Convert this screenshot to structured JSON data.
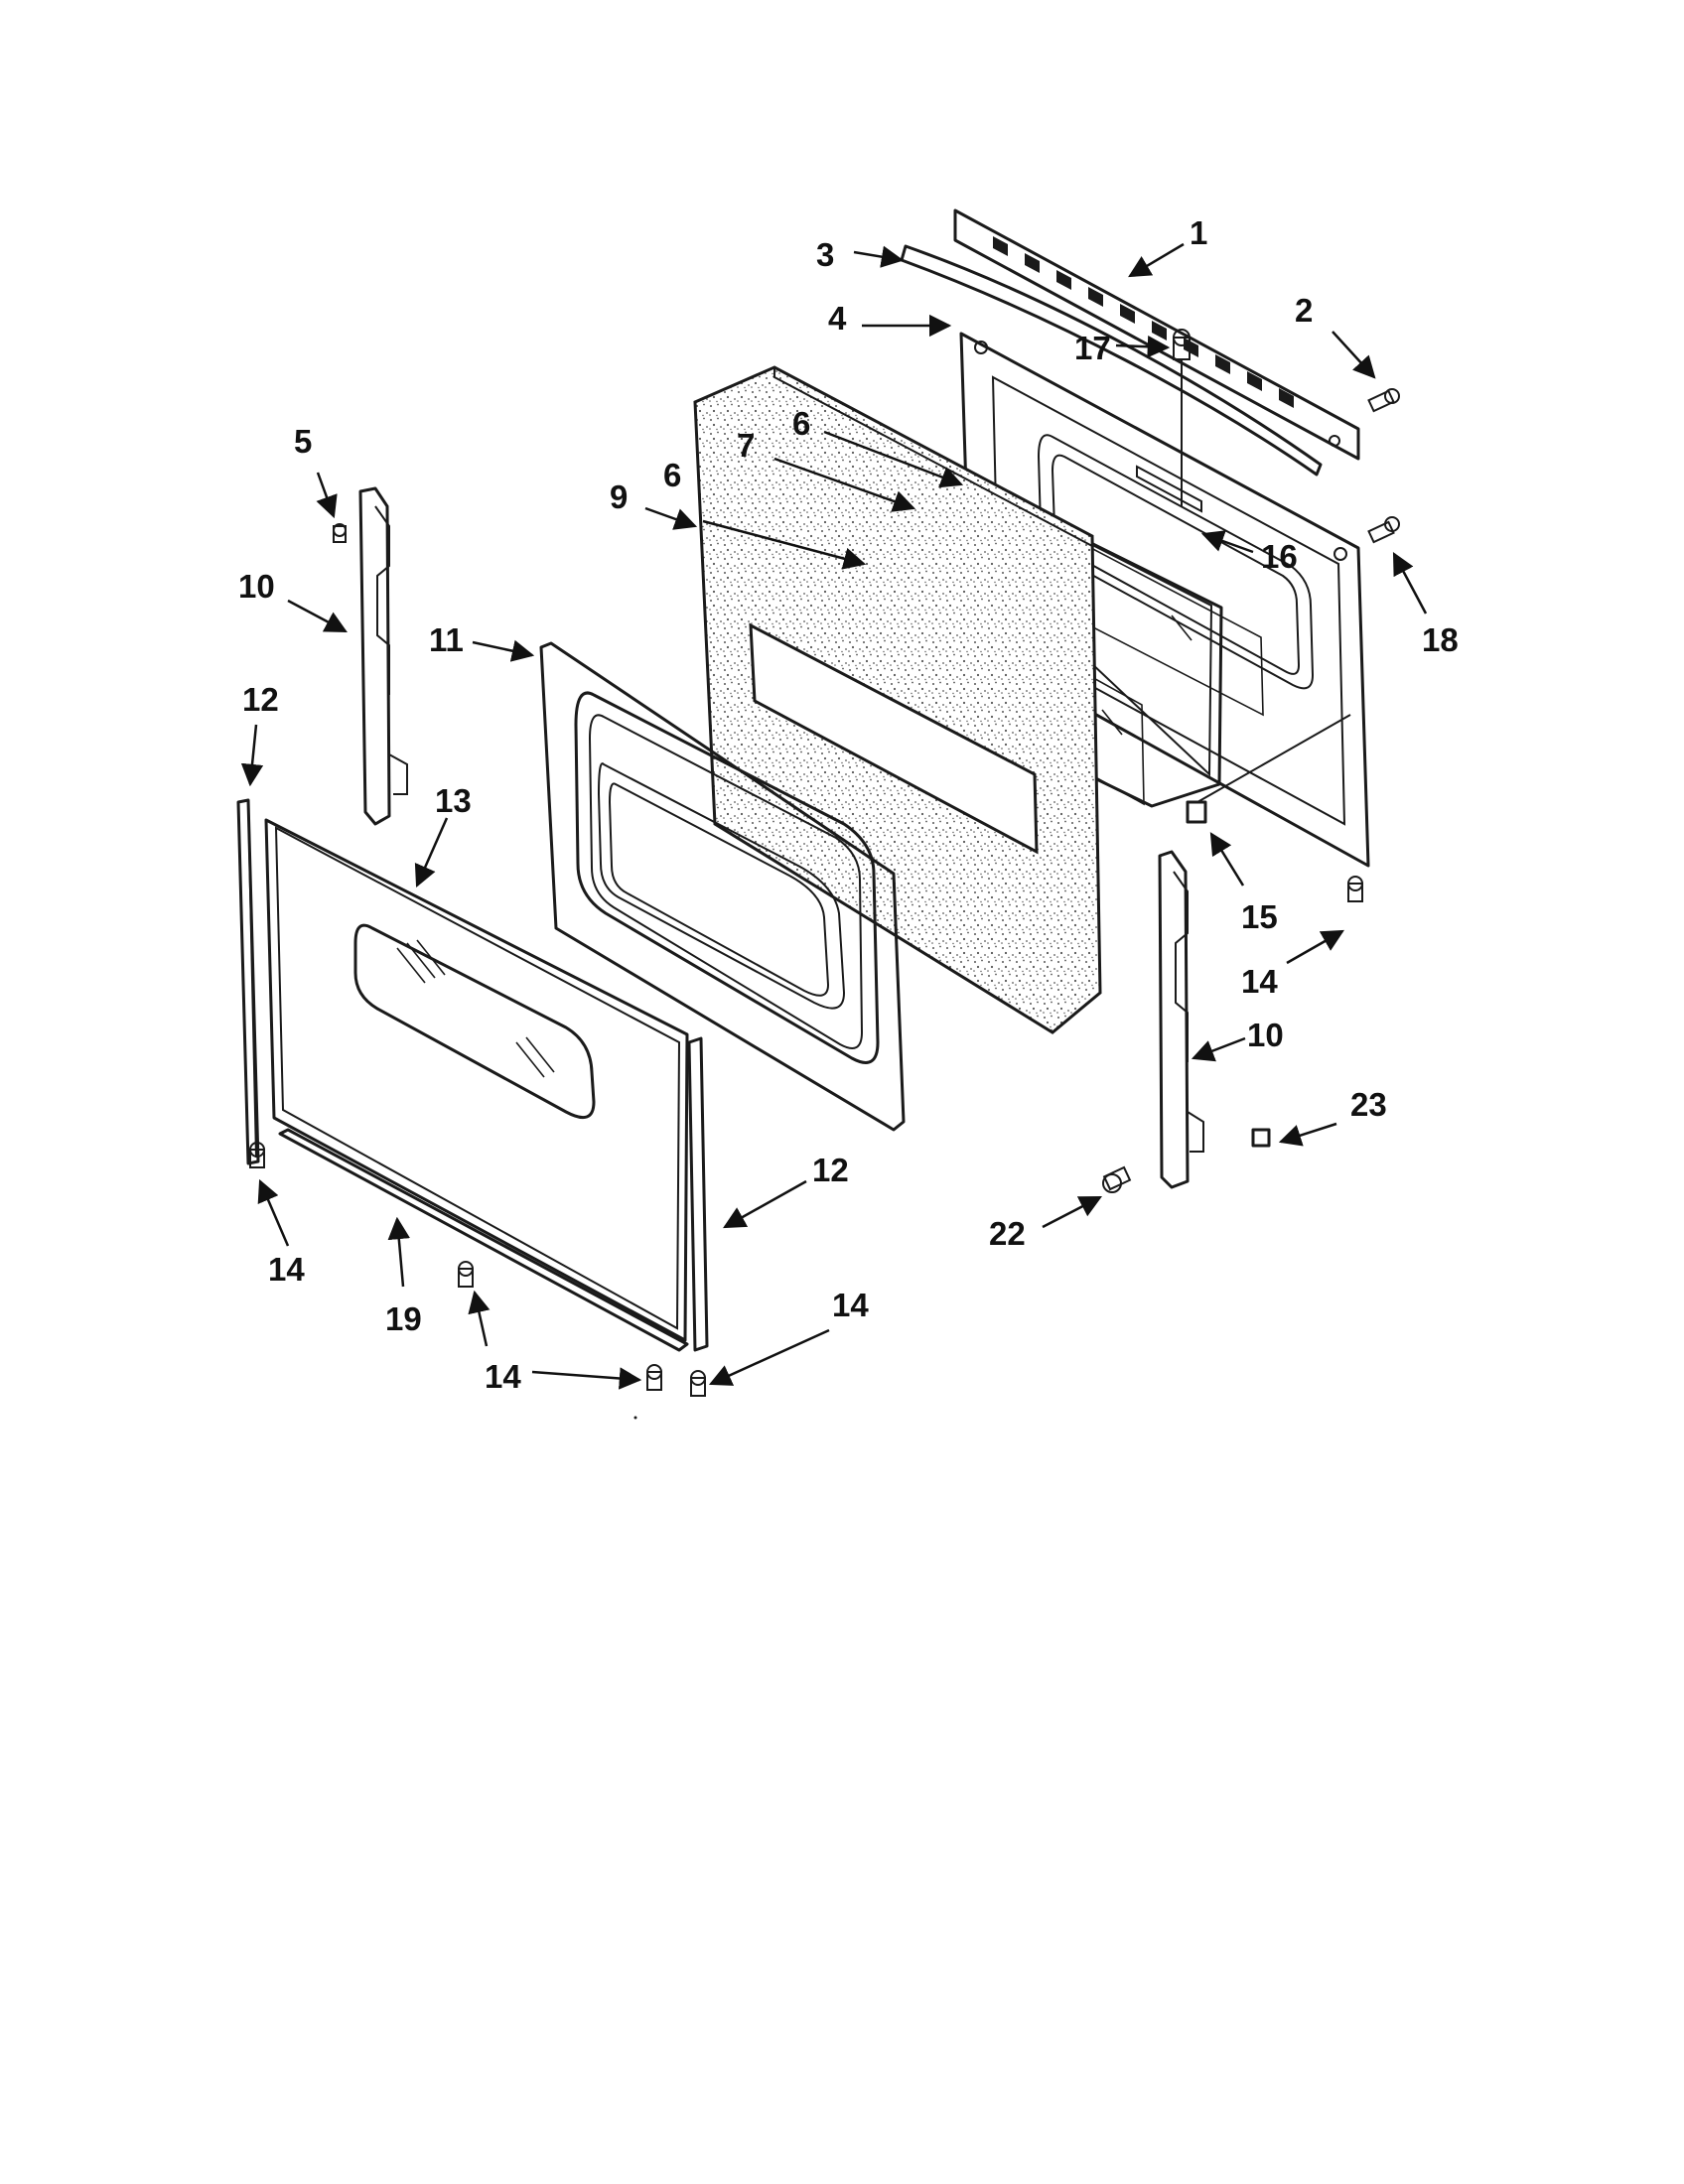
{
  "callouts": [
    {
      "id": "c1",
      "text": "1"
    },
    {
      "id": "c2",
      "text": "2"
    },
    {
      "id": "c3",
      "text": "3"
    },
    {
      "id": "c4",
      "text": "4"
    },
    {
      "id": "c17",
      "text": "17"
    },
    {
      "id": "c5",
      "text": "5"
    },
    {
      "id": "c6a",
      "text": "6"
    },
    {
      "id": "c7",
      "text": "7"
    },
    {
      "id": "c9",
      "text": "9"
    },
    {
      "id": "c6b",
      "text": "6"
    },
    {
      "id": "c16",
      "text": "16"
    },
    {
      "id": "c18",
      "text": "18"
    },
    {
      "id": "c10a",
      "text": "10"
    },
    {
      "id": "c11",
      "text": "11"
    },
    {
      "id": "c12a",
      "text": "12"
    },
    {
      "id": "c13",
      "text": "13"
    },
    {
      "id": "c15",
      "text": "15"
    },
    {
      "id": "c14a",
      "text": "14"
    },
    {
      "id": "c10b",
      "text": "10"
    },
    {
      "id": "c23",
      "text": "23"
    },
    {
      "id": "c12b",
      "text": "12"
    },
    {
      "id": "c22",
      "text": "22"
    },
    {
      "id": "c14b",
      "text": "14"
    },
    {
      "id": "c19",
      "text": "19"
    },
    {
      "id": "c14c",
      "text": "14"
    },
    {
      "id": "c14d",
      "text": "14"
    }
  ],
  "colors": {
    "ink": "#1a1a1a",
    "paper": "#ffffff",
    "speckle": "#555555"
  }
}
